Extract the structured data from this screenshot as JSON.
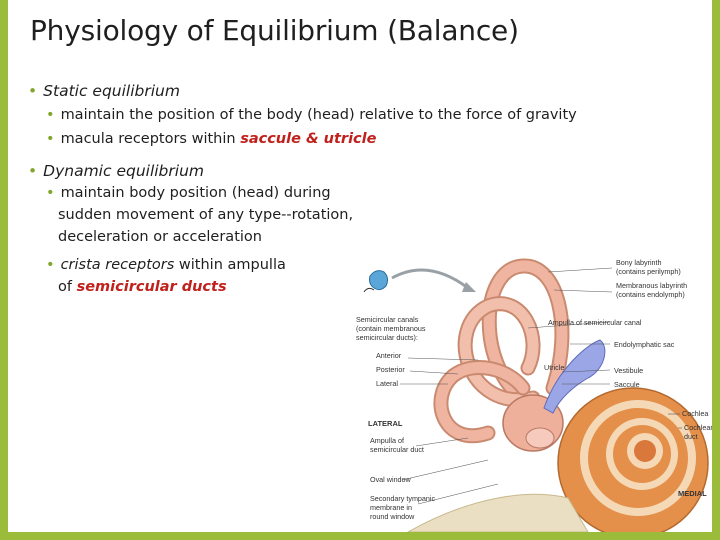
{
  "title": "Physiology of Equilibrium (Balance)",
  "static": {
    "heading": "Static equilibrium",
    "item1": "maintain the position of the body (head) relative to the force of gravity",
    "item2_prefix": "macula receptors within ",
    "item2_highlight": "saccule & utricle"
  },
  "dynamic": {
    "heading": "Dynamic equilibrium",
    "item1_line1": "maintain body position (head) during",
    "item1_line2": "sudden movement of any type--rotation,",
    "item1_line3": "deceleration or acceleration",
    "item2_italic": "crista receptors",
    "item2_rest": " within ampulla",
    "item2_line2_prefix": "of ",
    "item2_highlight": "semicircular ducts"
  },
  "diagram": {
    "labels": {
      "bony_labyrinth": "Bony labyrinth",
      "bony_labyrinth_sub": "(contains perilymph)",
      "membranous_labyrinth": "Membranous labyrinth",
      "membranous_labyrinth_sub": "(contains endolymph)",
      "semicircular_canals": "Semicircular canals",
      "semicircular_canals_sub1": "(contain membranous",
      "semicircular_canals_sub2": "semicircular ducts):",
      "anterior": "Anterior",
      "posterior": "Posterior",
      "lateral": "Lateral",
      "ampulla_canal": "Ampulla of semicircular canal",
      "endolymphatic_sac": "Endolymphatic sac",
      "utricle": "Utricle",
      "vestibule": "Vestibule",
      "saccule": "Saccule",
      "cochlea": "Cochlea",
      "cochlear_duct": "Cochlear",
      "cochlear_duct2": "duct",
      "lateral_dir": "LATERAL",
      "medial_dir": "MEDIAL",
      "ampulla_duct1": "Ampulla of",
      "ampulla_duct2": "semicircular duct",
      "oval_window": "Oval window",
      "secondary1": "Secondary tympanic",
      "secondary2": "membrane in",
      "secondary3": "round window"
    }
  },
  "colors": {
    "frame": "#9bbb3a",
    "bullet": "#7fa52a",
    "highlight": "#c0211c"
  }
}
